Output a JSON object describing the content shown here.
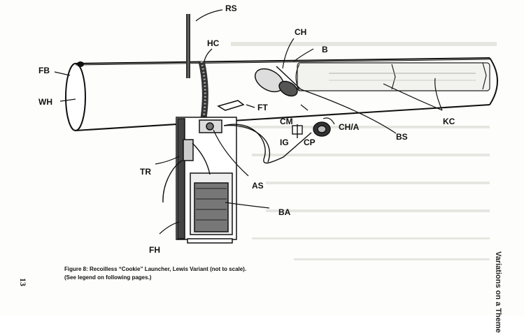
{
  "labels": {
    "rs": "RS",
    "hc": "HC",
    "ch": "CH",
    "b": "B",
    "fb": "FB",
    "wh": "WH",
    "ft": "FT",
    "cm": "CM",
    "cha": "CH/A",
    "ig": "IG",
    "cp": "CP",
    "kc": "KC",
    "bs": "BS",
    "tr": "TR",
    "as": "AS",
    "ba": "BA",
    "fh": "FH"
  },
  "caption": {
    "line1": "Figure 8: Recoilless “Cookie” Launcher, Lewis Variant (not to scale).",
    "line2": "(See legend on following pages.)"
  },
  "side_title": "Variations on a Theme",
  "page_number": "13"
}
